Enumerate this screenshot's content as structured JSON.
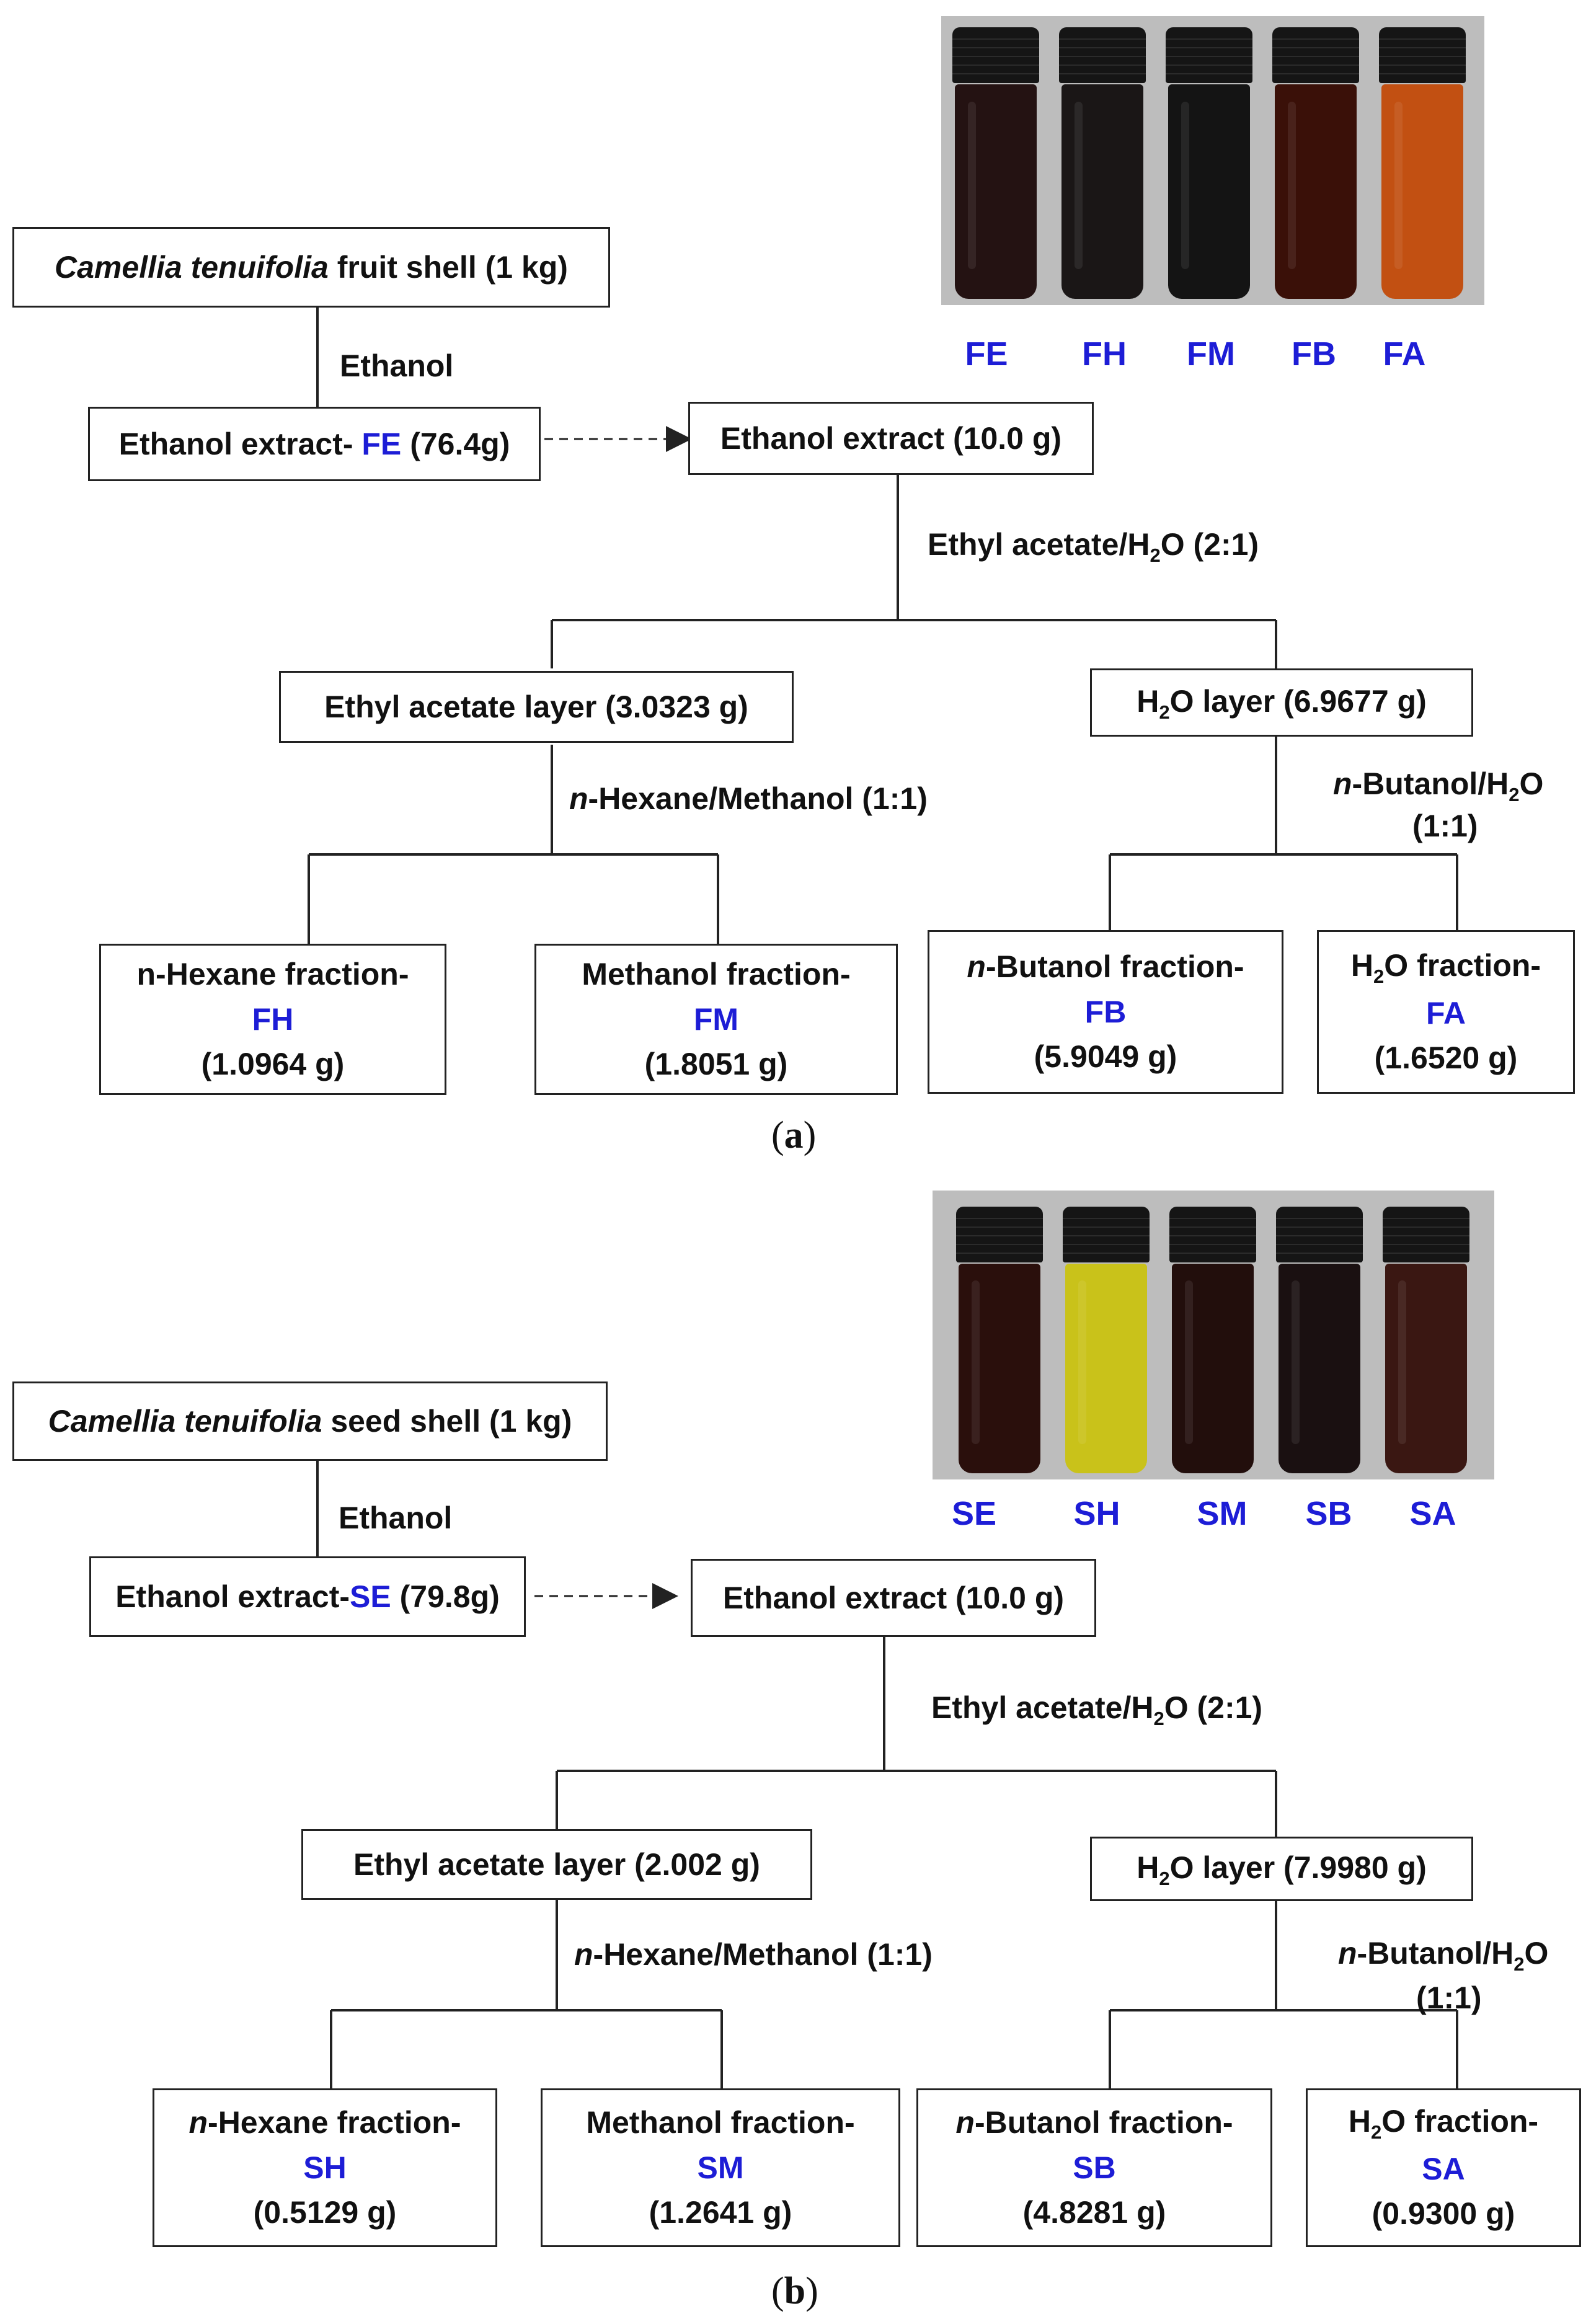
{
  "panel_a": {
    "caption_open": "(",
    "caption_letter": "a",
    "caption_close": ")",
    "vial_labels": [
      "FE",
      "FH",
      "FM",
      "FB",
      "FA"
    ],
    "vial_colors": [
      "#241212",
      "#1a1616",
      "#141414",
      "#3a1008",
      "#c25012"
    ],
    "source": {
      "species": "Camellia tenuifolia",
      "text": " fruit shell (1 kg)"
    },
    "solvent_1": "Ethanol",
    "extract": {
      "text": "Ethanol  extract- ",
      "code": "FE",
      "amount": " (76.4g)"
    },
    "ethanol_extract": "Ethanol extract (10.0 g)",
    "partition": {
      "pre": "Ethyl acetate/H",
      "sub": "2",
      "post": "O (2:1)"
    },
    "ea_layer": "Ethyl acetate layer (3.0323 g)",
    "h2o_layer": {
      "pre": "H",
      "sub": "2",
      "post": "O layer (6.9677 g)"
    },
    "hex_meth": {
      "italic": "n",
      "rest": "-Hexane/Methanol (1:1)"
    },
    "but_h2o": {
      "italic": "n",
      "mid": "-Butanol/H",
      "sub": "2",
      "post": "O",
      "ratio": "(1:1)"
    },
    "fractions": [
      {
        "name_italic": "",
        "name": "n-Hexane fraction-",
        "code": "FH",
        "amount": "(1.0964 g)"
      },
      {
        "name_italic": "",
        "name": "Methanol fraction-",
        "code": "FM",
        "amount": "(1.8051 g)"
      },
      {
        "name_italic": "n",
        "name": "-Butanol fraction-",
        "code": "FB",
        "amount": "(5.9049 g)"
      },
      {
        "name_pre": "H",
        "name_sub": "2",
        "name": "O fraction-",
        "code": "FA",
        "amount": "(1.6520 g)"
      }
    ]
  },
  "panel_b": {
    "caption_open": "(",
    "caption_letter": "b",
    "caption_close": ")",
    "vial_labels": [
      "SE",
      "SH",
      "SM",
      "SB",
      "SA"
    ],
    "vial_colors": [
      "#2a0f0c",
      "#c9c21a",
      "#220e0c",
      "#1a1011",
      "#3a1712"
    ],
    "source": {
      "species": "Camellia tenuifolia",
      "text": " seed shell (1 kg)"
    },
    "solvent_1": "Ethanol",
    "extract": {
      "text": "Ethanol  extract-",
      "code": "SE",
      "amount": " (79.8g)"
    },
    "ethanol_extract": "Ethanol extract (10.0 g)",
    "partition": {
      "pre": "Ethyl acetate/H",
      "sub": "2",
      "post": "O (2:1)"
    },
    "ea_layer": "Ethyl acetate layer (2.002 g)",
    "h2o_layer": {
      "pre": "H",
      "sub": "2",
      "post": "O layer (7.9980 g)"
    },
    "hex_meth": {
      "italic": "n",
      "rest": "-Hexane/Methanol (1:1)"
    },
    "but_h2o": {
      "italic": "n",
      "mid": "-Butanol/H",
      "sub": "2",
      "post": "O",
      "ratio": "(1:1)"
    },
    "fractions": [
      {
        "name_italic": "n",
        "name": "-Hexane fraction-",
        "code": "SH",
        "amount": "(0.5129 g)"
      },
      {
        "name_italic": "",
        "name": "Methanol fraction-",
        "code": "SM",
        "amount": "(1.2641 g)"
      },
      {
        "name_italic": "n",
        "name": "-Butanol fraction-",
        "code": "SB",
        "amount": "(4.8281 g)"
      },
      {
        "name_pre": "H",
        "name_sub": "2",
        "name": "O fraction-",
        "code": "SA",
        "amount": "(0.9300 g)"
      }
    ]
  }
}
